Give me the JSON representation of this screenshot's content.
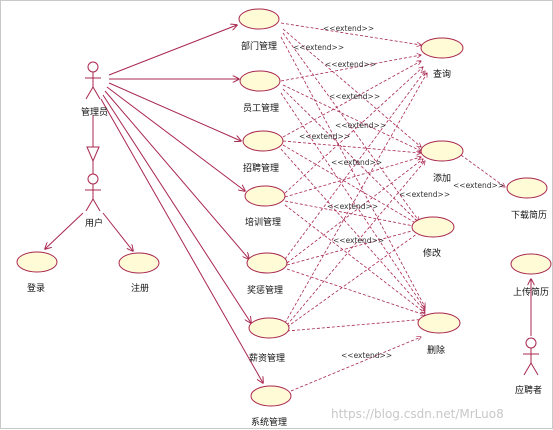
{
  "colors": {
    "line": "#a8274f",
    "ellipse_fill": "#fffbd6",
    "ellipse_stroke": "#a8274f"
  },
  "actors": [
    {
      "id": "admin",
      "label": "管理员"
    },
    {
      "id": "user",
      "label": "用户"
    },
    {
      "id": "applicant",
      "label": "应聘者"
    }
  ],
  "use_cases": [
    {
      "id": "dept",
      "label": "部门管理"
    },
    {
      "id": "staff",
      "label": "员工管理"
    },
    {
      "id": "recruit",
      "label": "招聘管理"
    },
    {
      "id": "train",
      "label": "培训管理"
    },
    {
      "id": "reward",
      "label": "奖惩管理"
    },
    {
      "id": "salary",
      "label": "薪资管理"
    },
    {
      "id": "system",
      "label": "系统管理"
    },
    {
      "id": "query",
      "label": "查询"
    },
    {
      "id": "add",
      "label": "添加"
    },
    {
      "id": "modify",
      "label": "修改"
    },
    {
      "id": "delete",
      "label": "删除"
    },
    {
      "id": "download",
      "label": "下载简历"
    },
    {
      "id": "upload",
      "label": "上传简历"
    },
    {
      "id": "login",
      "label": "登录"
    },
    {
      "id": "register",
      "label": "注册"
    }
  ],
  "extend_label": "<<extend>>",
  "watermark": "https://blog.csdn.net/MrLuo8"
}
